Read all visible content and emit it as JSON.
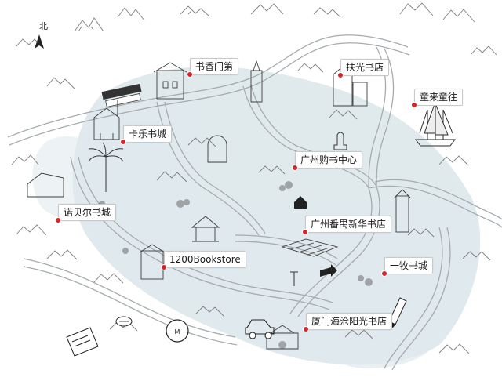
{
  "map": {
    "north_label": "北",
    "colors": {
      "label_bg": "#ffffff",
      "label_border": "#c9c9c9",
      "marker_red": "#d8232a",
      "wash": "#dbe6ea",
      "road": "#9aa0a4",
      "sketch": "#555555"
    },
    "bookstores": [
      {
        "id": "shuxiangmendi",
        "label": "书香门第"
      },
      {
        "id": "fuguang",
        "label": "扶光书店"
      },
      {
        "id": "tonglaitongwang",
        "label": "童来童往"
      },
      {
        "id": "kale",
        "label": "卡乐书城"
      },
      {
        "id": "guangzhougoushu",
        "label": "广州购书中心"
      },
      {
        "id": "nuobeier",
        "label": "诺贝尔书城"
      },
      {
        "id": "panyuxinhua",
        "label": "广州番禺新华书店"
      },
      {
        "id": "b1200",
        "label": "1200Bookstore"
      },
      {
        "id": "yimu",
        "label": "一牧书城"
      },
      {
        "id": "xiamenhaicang",
        "label": "厦门海沧阳光书店"
      }
    ],
    "icons": [
      "north-arrow-icon",
      "car-icon",
      "metro-sign-icon",
      "sailboat-icon",
      "palm-tree-icon",
      "pavilion-icon",
      "pencil-icon",
      "book-icon",
      "football-icon",
      "direction-sign-icon",
      "lamp-icon",
      "statue-icon"
    ]
  }
}
